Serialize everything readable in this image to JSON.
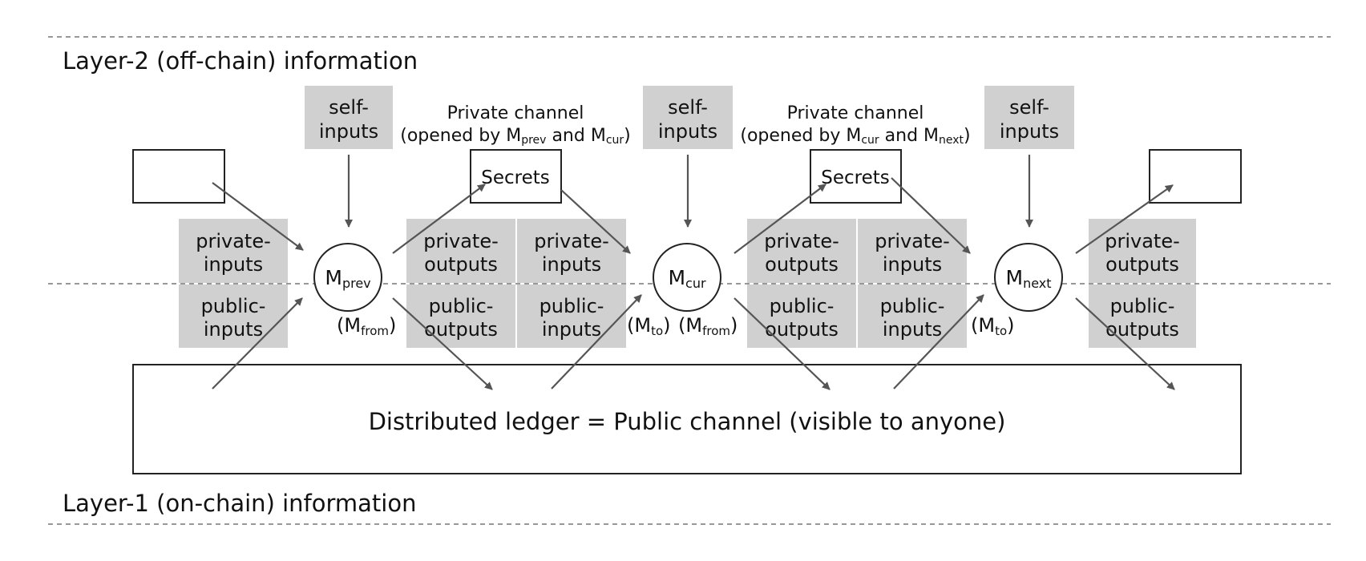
{
  "layers": {
    "top_label": "Layer-2 (off-chain) information",
    "bottom_label": "Layer-1 (on-chain) information"
  },
  "self_inputs": [
    "self-",
    "inputs"
  ],
  "private_inputs": [
    "private-",
    "inputs"
  ],
  "public_inputs": [
    "public-",
    "inputs"
  ],
  "private_outputs": [
    "private-",
    "outputs"
  ],
  "public_outputs": [
    "public-",
    "outputs"
  ],
  "channels": [
    {
      "title": "Private channel",
      "opened_by_prefix": "(opened by M",
      "first_sub": "prev",
      "and": " and M",
      "second_sub": "cur",
      "suffix": ")",
      "secrets_label": "Secrets"
    },
    {
      "title": "Private channel",
      "opened_by_prefix": "(opened by M",
      "first_sub": "cur",
      "and": " and M",
      "second_sub": "next",
      "suffix": ")",
      "secrets_label": "Secrets"
    }
  ],
  "nodes": {
    "symbol": "M",
    "prev_sub": "prev",
    "cur_sub": "cur",
    "next_sub": "next",
    "paren_open": "(M",
    "paren_close": ")",
    "from_sub": "from",
    "to_sub": "to"
  },
  "ledger": {
    "label": "Distributed ledger = Public channel (visible to anyone)"
  },
  "colors": {
    "gray_box": "#d0d0d0",
    "arrow": "#555555",
    "line": "#333333",
    "dashed": "#777777"
  }
}
